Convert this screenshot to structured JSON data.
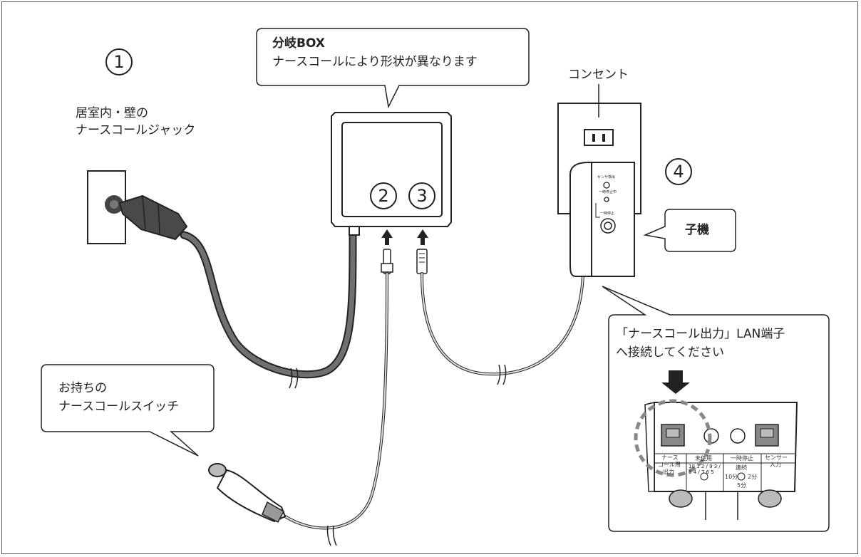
{
  "markers": {
    "m1": "1",
    "m2": "2",
    "m3": "3",
    "m4": "4"
  },
  "labels": {
    "wall_jack_line1": "居室内・壁の",
    "wall_jack_line2": "ナースコールジャック",
    "branch_box_title": "分岐BOX",
    "branch_box_note": "ナースコールにより形状が異なります",
    "outlet": "コンセント",
    "child_unit": "子機",
    "switch_line1": "お持ちの",
    "switch_line2": "ナースコールスイッチ",
    "lan_line1": "「ナースコール出力」LAN端子",
    "lan_line2": "へ接続してください"
  },
  "device_panel": {
    "nurse_output_line1": "ナース",
    "nurse_output_line2": "コール用",
    "nurse_output_line3": "出力",
    "unused": "未使用",
    "pause": "一時停止",
    "sensor_input_line1": "センサー",
    "sensor_input_line2": "入力",
    "continuous": "連続",
    "dial_numbers": "10 1 2 / 9 3 / 8 4 / 7 6 5",
    "time_10": "10分",
    "time_2": "2分",
    "time_5": "5分"
  },
  "child_unit_panel": {
    "sensor_detect": "センサ検出",
    "pausing": "一時停止中",
    "pause": "一時停止"
  },
  "colors": {
    "cable_dark": "#707070",
    "cable_light": "#d8d8d8",
    "highlight": "#888888",
    "outline": "#222222"
  }
}
